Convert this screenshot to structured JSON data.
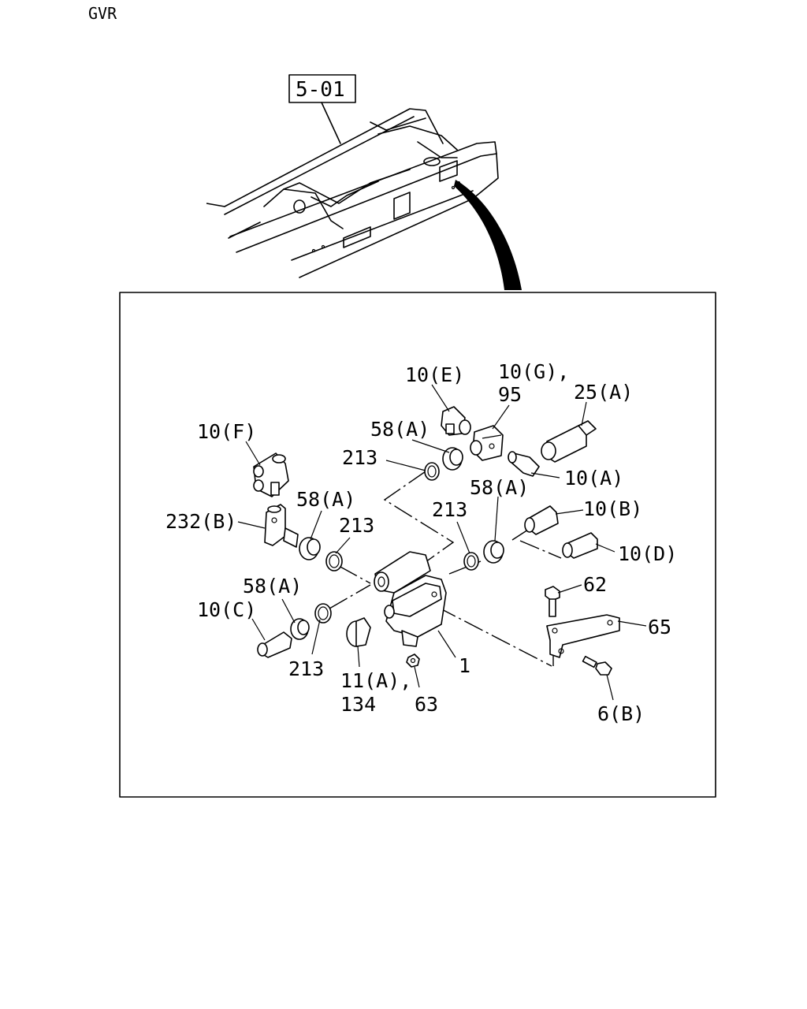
{
  "header_code": "GVR",
  "frame_ref": "5-01",
  "callouts": {
    "c10e": "10(E)",
    "c10g": "10(G),",
    "c95": "95",
    "c25a": "25(A)",
    "c10f": "10(F)",
    "c58a_1": "58(A)",
    "c213_1": "213",
    "c10a": "10(A)",
    "c58a_2": "58(A)",
    "c213_2": "213",
    "c58a_3": "58(A)",
    "c213_3": "213",
    "c10b": "10(B)",
    "c232b": "232(B)",
    "c10d": "10(D)",
    "c62": "62",
    "c58a_4": "58(A)",
    "c10c": "10(C)",
    "c65": "65",
    "c213_4": "213",
    "c1": "1",
    "c11a": "11(A),",
    "c134": "134",
    "c63": "63",
    "c6b": "6(B)"
  }
}
